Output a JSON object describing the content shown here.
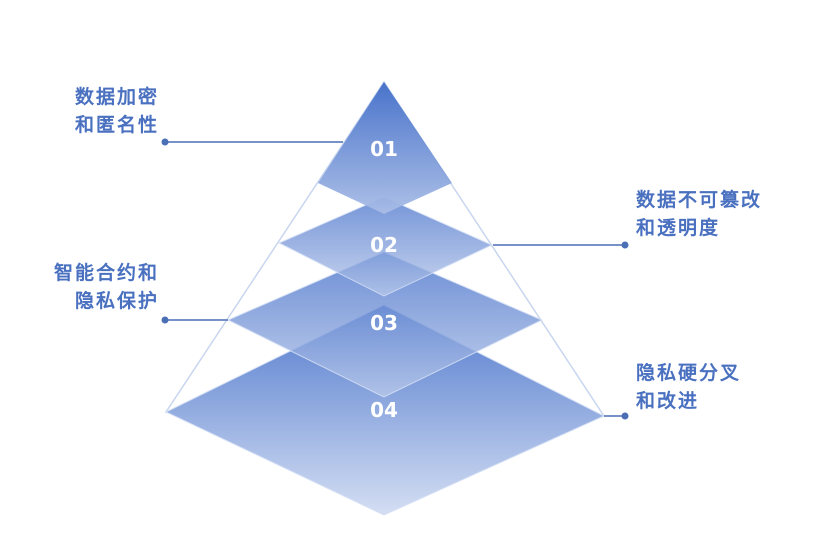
{
  "colors": {
    "accent": "#4a70c0",
    "line": "#4a6fb5"
  },
  "layers": [
    {
      "number": "01",
      "label_lines": [
        "数据加密",
        "和匿名性"
      ]
    },
    {
      "number": "02",
      "label_lines": [
        "数据不可篡改",
        "和透明度"
      ]
    },
    {
      "number": "03",
      "label_lines": [
        "智能合约和",
        "隐私保护"
      ]
    },
    {
      "number": "04",
      "label_lines": [
        "隐私硬分叉",
        "和改进"
      ]
    }
  ]
}
